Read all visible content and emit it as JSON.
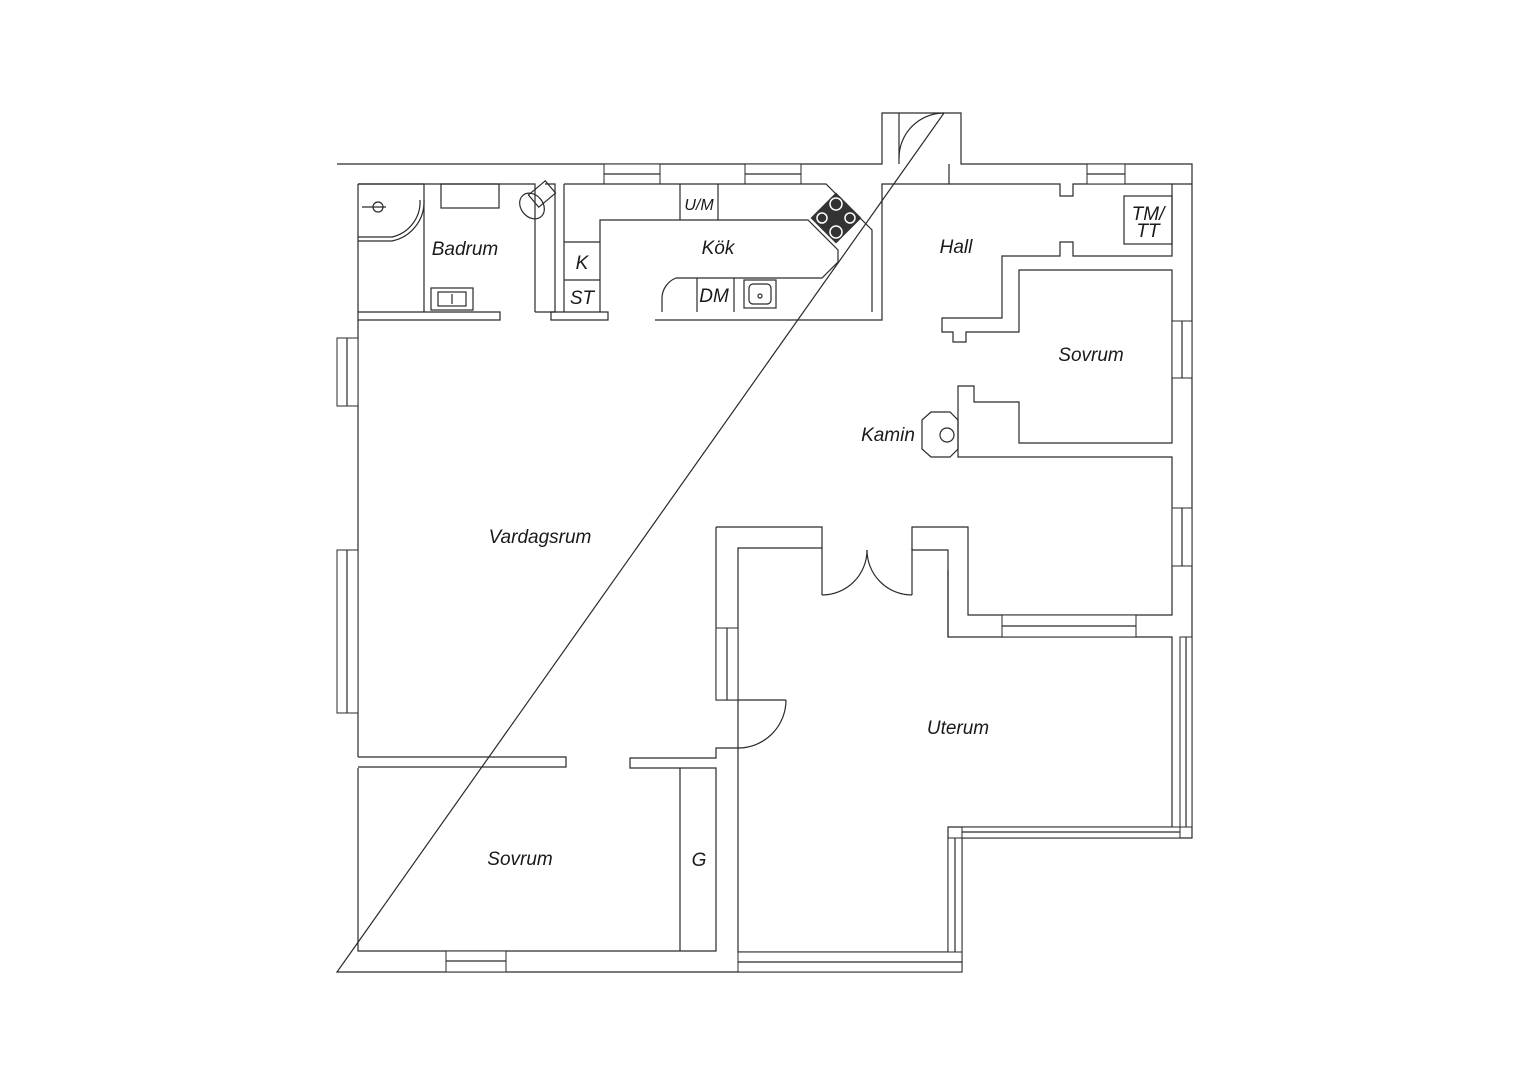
{
  "rooms": {
    "badrum": "Badrum",
    "kok": "Kök",
    "hall": "Hall",
    "sovrum_ne": "Sovrum",
    "kamin": "Kamin",
    "vardagsrum": "Vardagsrum",
    "uterum": "Uterum",
    "sovrum_sw": "Sovrum"
  },
  "fixtures": {
    "um": "U/M",
    "k": "K",
    "st": "ST",
    "dm": "DM",
    "tm": "TM/",
    "tt": "TT",
    "g": "G"
  },
  "colors": {
    "line": "#2a2a2a",
    "stove": "#333333",
    "background": "#ffffff"
  }
}
